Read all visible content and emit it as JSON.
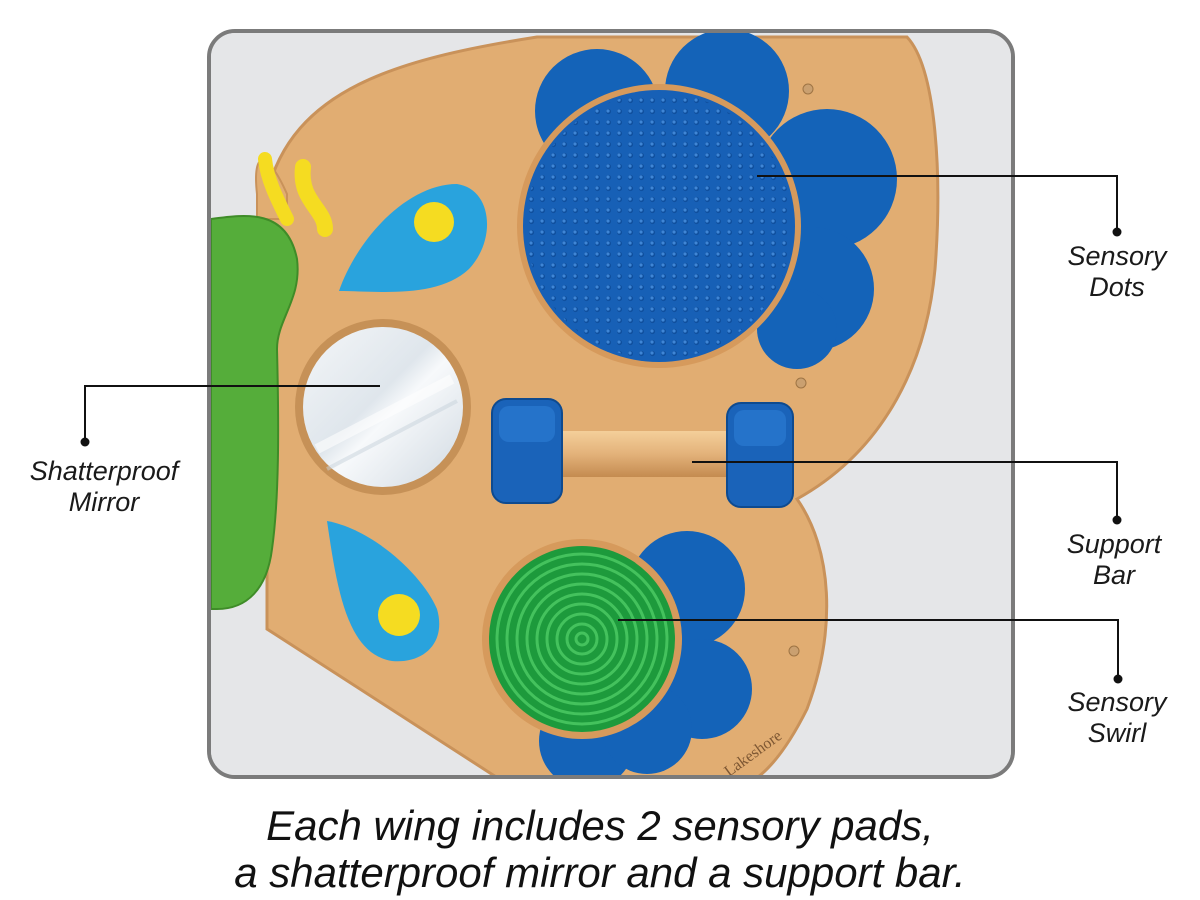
{
  "callouts": {
    "sensory_dots": {
      "line1": "Sensory",
      "line2": "Dots"
    },
    "shatterproof_mirror": {
      "line1": "Shatterproof",
      "line2": "Mirror"
    },
    "support_bar": {
      "line1": "Support",
      "line2": "Bar"
    },
    "sensory_swirl": {
      "line1": "Sensory",
      "line2": "Swirl"
    }
  },
  "caption": {
    "line1": "Each wing includes 2 sensory pads,",
    "line2": "a shatterproof mirror and a support bar."
  },
  "photo": {
    "brand_mark": "Lakeshore",
    "colors": {
      "wall": "#e5e6e8",
      "wood": "#e1ad72",
      "blue_dark": "#1463b8",
      "blue_light": "#29a3dd",
      "yellow": "#f5dc21",
      "green": "#55ad3a",
      "swirl_green": "#1d9a3c"
    }
  }
}
